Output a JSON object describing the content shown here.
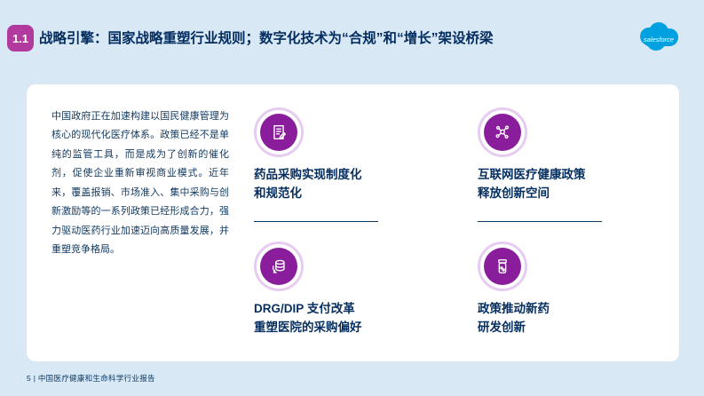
{
  "page": {
    "badge": "1.1",
    "title": "战略引擎：国家战略重塑行业规则；数字化技术为“合规”和“增长”架设桥梁",
    "footer": "5   |   中国医疗健康和生命科学行业报告",
    "logo_text": "salesforce"
  },
  "colors": {
    "background": "#d9e8f5",
    "card": "#ffffff",
    "navy": "#032d60",
    "badge": "#b23a9e",
    "icon_circle": "#8a1d9b",
    "icon_ring": "#e6ccf0",
    "logo_blue": "#00a1e0"
  },
  "intro": {
    "text": "中国政府正在加速构建以国民健康管理为核心的现代化医疗体系。政策已经不是单纯的监管工具，而是成为了创新的催化剂，促使企业重新审视商业模式。近年来，覆盖报销、市场准入、集中采购与创新激励等的一系列政策已经形成合力，强力驱动医药行业加速迈向高质量发展，并重塑竞争格局。"
  },
  "grid": {
    "items": [
      {
        "icon": "document-edit-icon",
        "title": "药品采购实现制度化\n和规范化"
      },
      {
        "icon": "network-circuit-icon",
        "title": "互联网医疗健康政策\n释放创新空间"
      },
      {
        "icon": "coins-icon",
        "title": "DRG/DIP 支付改革\n重塑医院的采购偏好"
      },
      {
        "icon": "pill-bottle-icon",
        "title": "政策推动新药\n研发创新"
      }
    ]
  }
}
